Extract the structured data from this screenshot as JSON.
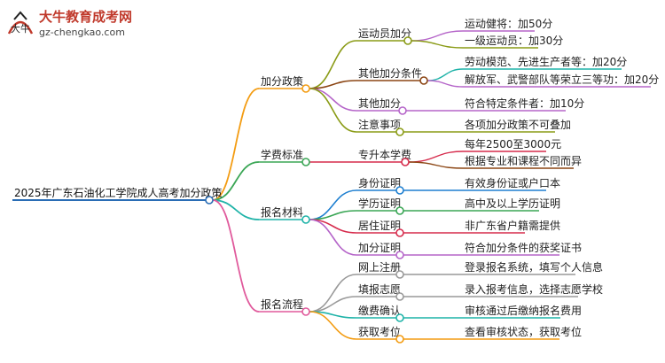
{
  "logo": {
    "title": "大牛教育成考网",
    "url": "gz-chengkao.com",
    "mark_text": "大牛"
  },
  "root": "2025年广东石油化工学院成人高考加分政策",
  "colors": {
    "root": "#2a6db5",
    "orange": "#f39c12",
    "olive": "#8a9b16",
    "green": "#3aa655",
    "brown": "#8b4513",
    "purple": "#b565c9",
    "teal": "#1fb3a8",
    "blue": "#1e7fd0",
    "red": "#d62b4c",
    "pink": "#e05a9c",
    "gray": "#999999"
  },
  "branches": [
    {
      "label": "加分政策",
      "children": [
        {
          "label": "运动员加分",
          "leaves": [
            "运动健将：加50分",
            "一级运动员：加30分"
          ]
        },
        {
          "label": "其他加分条件",
          "leaves": [
            "劳动模范、先进生产者等：加20分",
            "解放军、武警部队等荣立三等功：加20分"
          ]
        },
        {
          "label": "其他加分",
          "leaves": [
            "符合特定条件者：加10分"
          ]
        },
        {
          "label": "注意事项",
          "leaves": [
            "各项加分政策不可叠加"
          ]
        }
      ]
    },
    {
      "label": "学费标准",
      "children": [
        {
          "label": "专升本学费",
          "leaves": [
            "每年2500至3000元",
            "根据专业和课程不同而异"
          ]
        }
      ]
    },
    {
      "label": "报名材料",
      "children": [
        {
          "label": "身份证明",
          "leaves": [
            "有效身份证或户口本"
          ]
        },
        {
          "label": "学历证明",
          "leaves": [
            "高中及以上学历证明"
          ]
        },
        {
          "label": "居住证明",
          "leaves": [
            "非广东省户籍需提供"
          ]
        },
        {
          "label": "加分证明",
          "leaves": [
            "符合加分条件的获奖证书"
          ]
        }
      ]
    },
    {
      "label": "报名流程",
      "children": [
        {
          "label": "网上注册",
          "leaves": [
            "登录报名系统，填写个人信息"
          ]
        },
        {
          "label": "填报志愿",
          "leaves": [
            "录入报考信息，选择志愿学校"
          ]
        },
        {
          "label": "缴费确认",
          "leaves": [
            "审核通过后缴纳报名费用"
          ]
        },
        {
          "label": "获取考位",
          "leaves": [
            "查看审核状态，获取考位"
          ]
        }
      ]
    }
  ]
}
